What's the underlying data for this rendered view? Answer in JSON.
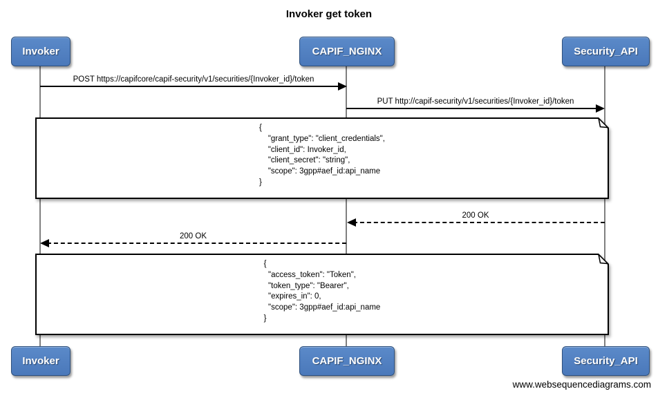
{
  "title": "Invoker get token",
  "watermark": "www.websequencediagrams.com",
  "colors": {
    "actor_fill": "#4d7cbe",
    "actor_border": "#2d4f7c",
    "actor_text": "#ffffff",
    "lifeline": "#7f7f7f",
    "message_line": "#000000",
    "note_background": "#ffffff",
    "note_border": "#000000"
  },
  "actors": [
    {
      "id": "invoker",
      "label": "Invoker"
    },
    {
      "id": "capif-nginx",
      "label": "CAPIF_NGINX"
    },
    {
      "id": "security-api",
      "label": "Security_API"
    }
  ],
  "messages": [
    {
      "from": "invoker",
      "to": "capif-nginx",
      "style": "solid",
      "label": "POST https://capifcore/capif-security/v1/securities/{Invoker_id}/token"
    },
    {
      "from": "capif-nginx",
      "to": "security-api",
      "style": "solid",
      "label": "PUT http://capif-security/v1/securities/{Invoker_id}/token"
    },
    {
      "from": "security-api",
      "to": "capif-nginx",
      "style": "dashed",
      "label": "200 OK"
    },
    {
      "from": "capif-nginx",
      "to": "invoker",
      "style": "dashed",
      "label": "200 OK"
    }
  ],
  "notes": [
    {
      "id": "token-request-body",
      "text": "{\n    \"grant_type\": \"client_credentials\",\n    \"client_id\": Invoker_id,\n    \"client_secret\": \"string\",\n    \"scope\": 3gpp#aef_id:api_name\n}"
    },
    {
      "id": "token-response-body",
      "text": "{\n  \"access_token\": \"Token\",\n  \"token_type\": \"Bearer\",\n  \"expires_in\": 0,\n  \"scope\": 3gpp#aef_id:api_name\n}"
    }
  ]
}
